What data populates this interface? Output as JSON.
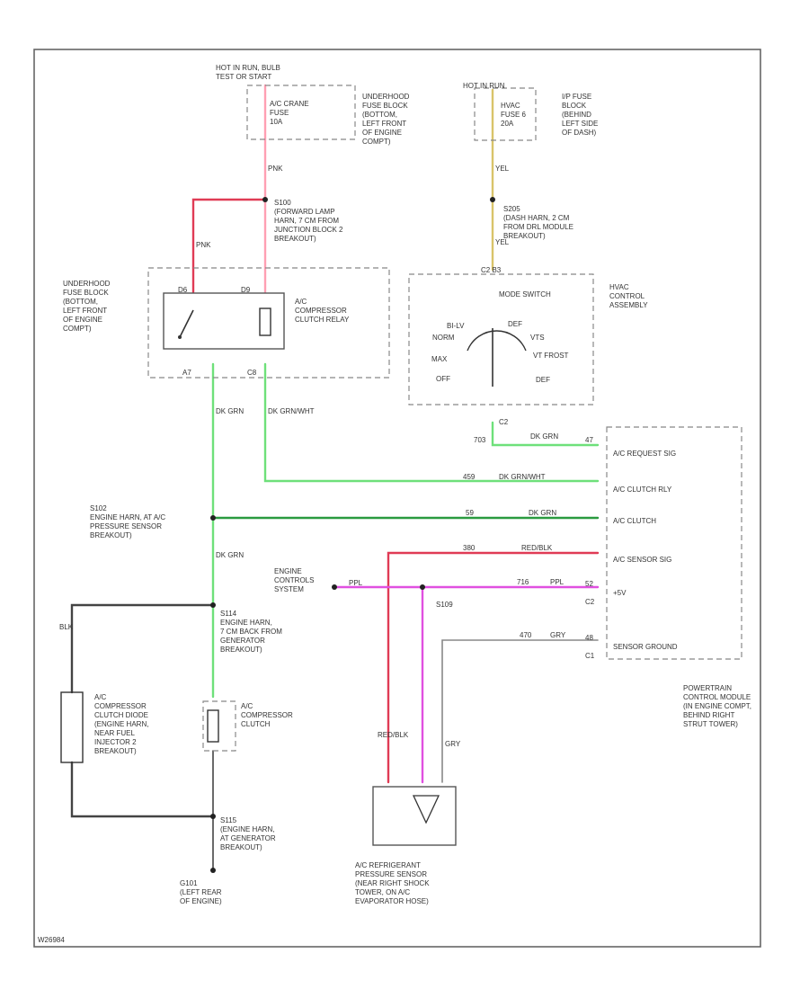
{
  "colors": {
    "red": "#e03b55",
    "pink": "#ff9fb3",
    "green": "#6ee07a",
    "dark_green": "#2a9a40",
    "yellow": "#d9c46a",
    "purple": "#e050e0",
    "gray": "#888888",
    "black": "#444444"
  },
  "top_left": {
    "source": "HOT IN RUN, BULB\nTEST OR START",
    "fuse": "A/C CRANE\nFUSE\n10A",
    "fuse_location": "UNDERHOOD\nFUSE BLOCK\n(BOTTOM,\nLEFT FRONT\nOF ENGINE\nCOMPT)",
    "wire_1": "PNK"
  },
  "top_right": {
    "source": "HOT IN RUN",
    "fuse": "HVAC\nFUSE 6\n20A",
    "fuse_location": "I/P FUSE\nBLOCK\n(BEHIND\nLEFT SIDE\nOF DASH)",
    "wire_1": "YEL",
    "splice": "S205\n(DASH HARN, 2 CM\nFROM DRL MODULE\nBREAKOUT)",
    "wire_2": "YEL",
    "conn": "C2 B3"
  },
  "splice_s100": "S100\n(FORWARD LAMP\nHARN, 7 CM FROM\nJUNCTION BLOCK 2\nBREAKOUT)",
  "relay": {
    "location": "UNDERHOOD\nFUSE BLOCK\n(BOTTOM,\nLEFT FRONT\nOF ENGINE\nCOMPT)",
    "label": "A/C\nCOMPRESSOR\nCLUTCH RELAY",
    "pin_left": "D6",
    "pin_right": "D9",
    "pin_bottom_left": "A7",
    "pin_bottom_right": "C8",
    "wire_left": "PNK",
    "wire_bottom_left": "DK GRN",
    "wire_bottom_right": "DK GRN/WHT"
  },
  "hvac": {
    "switch": "MODE SWITCH",
    "assembly": "HVAC\nCONTROL\nASSEMBLY",
    "positions": [
      "BI-LV",
      "NORM",
      "MAX",
      "OFF",
      "DEF",
      "VTS",
      "VT FROST",
      "DEF"
    ],
    "conn": "C2",
    "wire": "DK GRN",
    "wire_num": "703"
  },
  "pcm": {
    "label": "POWERTRAIN\nCONTROL MODULE\n(IN ENGINE COMPT,\nBEHIND RIGHT\nSTRUT TOWER)",
    "pins": [
      {
        "name": "A/C REQUEST SIG",
        "pin": "47",
        "wire": "DK GRN",
        "num": "703"
      },
      {
        "name": "A/C CLUTCH RLY",
        "pin": "",
        "wire": "DK GRN/WHT",
        "num": "459"
      },
      {
        "name": "A/C CLUTCH",
        "pin": "",
        "wire": "DK GRN",
        "num": "59"
      },
      {
        "name": "A/C SENSOR SIG",
        "pin": "",
        "wire": "RED/BLK",
        "num": "380"
      },
      {
        "name": "+5V",
        "pin": "52",
        "wire": "PPL",
        "num": "716",
        "conn": "C2"
      },
      {
        "name": "SENSOR GROUND",
        "pin": "48",
        "wire": "GRY",
        "num": "470",
        "conn": "C1"
      }
    ]
  },
  "s102": "S102\nENGINE HARN, AT A/C\nPRESSURE SENSOR\nBREAKOUT)",
  "engine_controls": "ENGINE\nCONTROLS\nSYSTEM",
  "s109": "S109",
  "s114": "S114\nENGINE HARN,\n7 CM BACK FROM\nGENERATOR\nBREAKOUT)",
  "clutch": "A/C\nCOMPRESSOR\nCLUTCH",
  "diode": "A/C\nCOMPRESSOR\nCLUTCH DIODE\n(ENGINE HARN,\nNEAR FUEL\nINJECTOR 2\nBREAKOUT)",
  "s115": "S115\n(ENGINE HARN,\nAT GENERATOR\nBREAKOUT)",
  "ground": "G101\n(LEFT REAR\nOF ENGINE)",
  "sensor": "A/C REFRIGERANT\nPRESSURE SENSOR\n(NEAR RIGHT SHOCK\nTOWER, ON A/C\nEVAPORATOR HOSE)",
  "wire_labels": {
    "green_vertical": "DK GRN",
    "blk": "BLK",
    "red_blk": "RED/BLK",
    "ppl": "PPL",
    "gry": "GRY"
  },
  "footer_code": "W26984"
}
